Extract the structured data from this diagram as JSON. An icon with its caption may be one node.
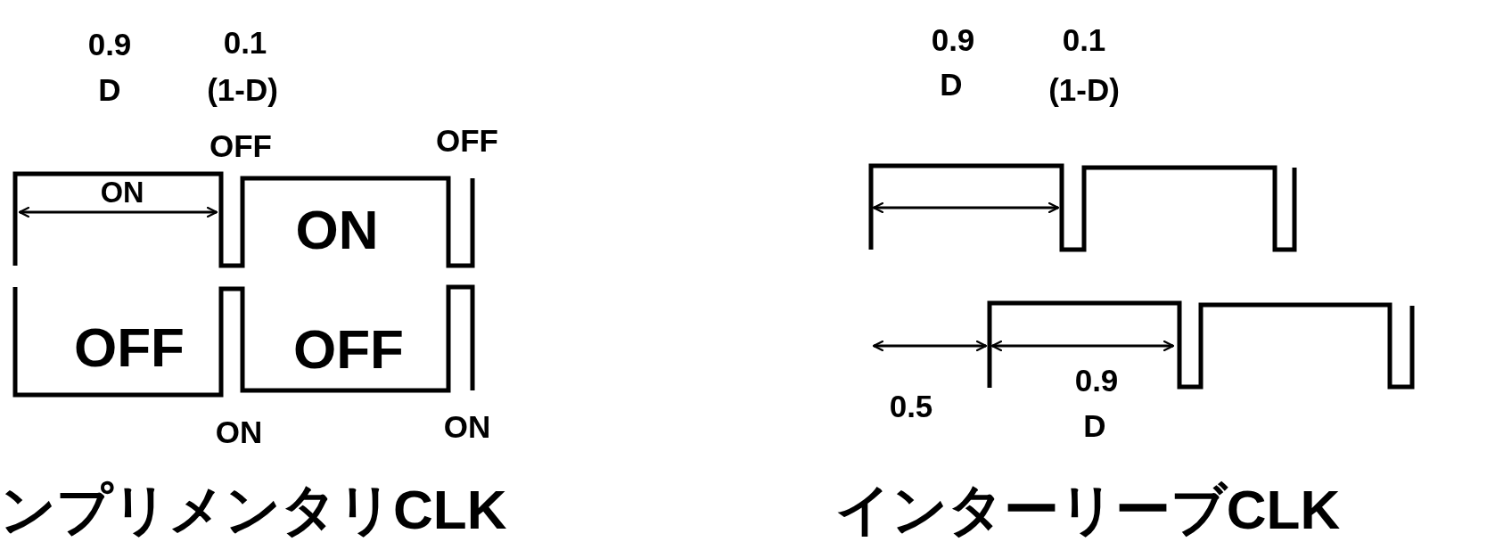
{
  "diagram": {
    "labels": [
      "0.9",
      "D",
      "0.1",
      "(1-D)",
      "OFF",
      "OFF",
      "ON",
      "ON",
      "OFF",
      "OFF",
      "ON",
      "ON",
      "ンプリメンタリCLK",
      "0.9",
      "D",
      "0.1",
      "(1-D)",
      "0.5",
      "0.9",
      "D",
      "インターリーブCLK"
    ]
  }
}
